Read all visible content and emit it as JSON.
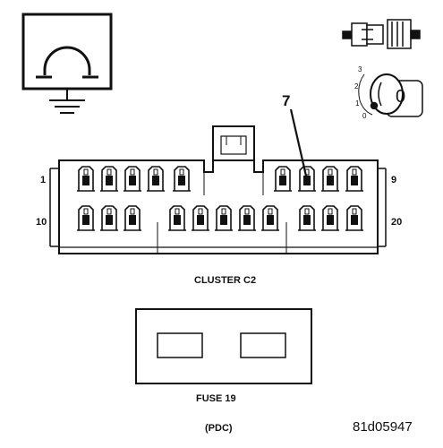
{
  "ohmmeter_symbol": "ohm-symbol-with-ground",
  "ignition": {
    "switch_positions": [
      "3",
      "2",
      "1",
      "0"
    ],
    "key_label": "0"
  },
  "connector": {
    "caption": "CLUSTER C2",
    "top_row_first": "1",
    "top_row_last": "9",
    "bottom_row_first": "10",
    "bottom_row_last": "20",
    "probed_pin": "7"
  },
  "fuse": {
    "caption": "FUSE 19",
    "location": "(PDC)"
  },
  "figure_id": "81d05947",
  "colors": {
    "line": "#111111",
    "background": "#ffffff"
  }
}
